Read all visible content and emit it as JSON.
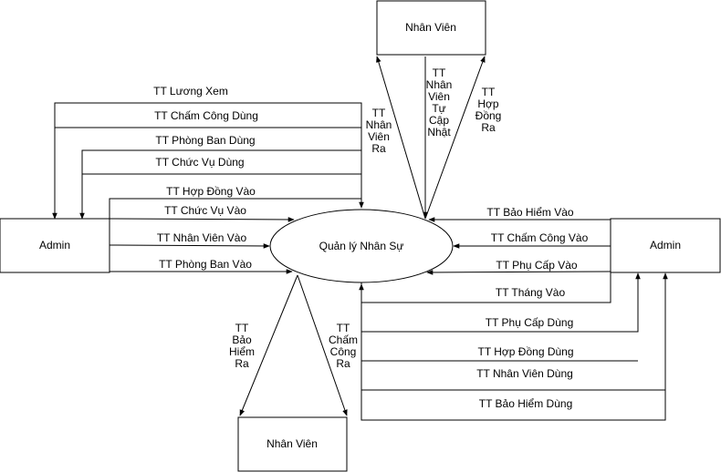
{
  "nodes": {
    "process": "Quản lý Nhân Sự",
    "employee_top": "Nhân Viên",
    "employee_bottom": "Nhân Viên",
    "admin_left": "Admin",
    "admin_right": "Admin"
  },
  "flows": {
    "left_upper": [
      "TT Lương Xem",
      "TT Chấm Công Dùng",
      "TT Phòng Ban Dùng",
      "TT Chức Vụ Dùng",
      "TT Hợp Đồng Vào"
    ],
    "left_lower": [
      "TT Chức Vụ Vào",
      "TT Nhân Viên Vào",
      "TT Phòng Ban Vào"
    ],
    "right_upper": [
      "TT Bảo Hiểm Vào",
      "TT Chấm Công Vào",
      "TT Phụ Cấp Vào",
      "TT Tháng Vào"
    ],
    "right_lower": [
      "TT Phụ Cấp Dùng",
      "TT Hợp Đồng Dùng",
      "TT Nhân Viên Dùng",
      "TT Bảo Hiểm Dùng"
    ],
    "top": [
      [
        "TT",
        "Nhân",
        "Viên",
        "Ra"
      ],
      [
        "TT",
        "Nhân",
        "Viên",
        "Tự",
        "Cập",
        "Nhật"
      ],
      [
        "TT",
        "Hợp",
        "Đồng",
        "Ra"
      ]
    ],
    "bottom": [
      [
        "TT",
        "Bảo",
        "Hiểm",
        "Ra"
      ],
      [
        "TT",
        "Chấm",
        "Công",
        "Ra"
      ]
    ]
  }
}
